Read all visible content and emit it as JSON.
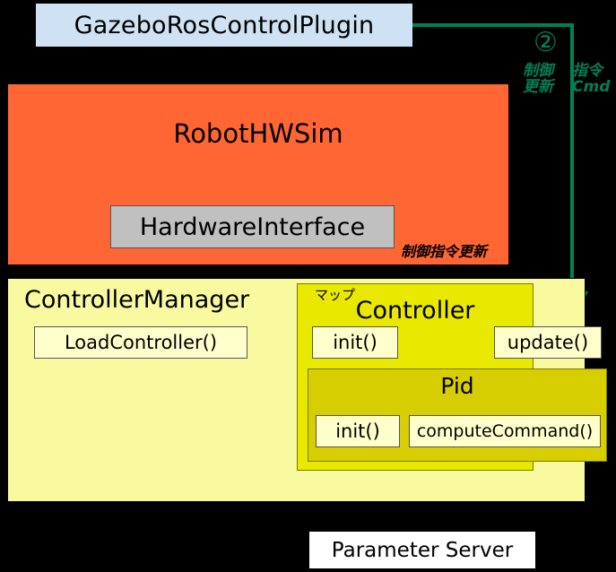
{
  "diagram": {
    "title": "ros_control / gazebo_ros_control flow",
    "colors": {
      "background": "#000000",
      "plugin": "#cfe2f3",
      "robot_hw_sim": "#ff6633",
      "hardware_interface": "#c0c0c0",
      "controller_manager": "#f9f9a0",
      "controller": "#e8e800",
      "pid": "#d6ce00",
      "method_box": "#ffffcc",
      "parameter_server": "#ffffff",
      "accent_green": "#008055",
      "text": "#000000"
    }
  },
  "nodes": {
    "plugin": {
      "label": "GazeboRosControlPlugin"
    },
    "robot_hw_sim": {
      "label": "RobotHWSim"
    },
    "hardware_interface": {
      "label": "HardwareInterface"
    },
    "controller_manager": {
      "label": "ControllerManager"
    },
    "load_controller": {
      "label": "LoadController()"
    },
    "controller": {
      "label": "Controller",
      "map_label": "マップ"
    },
    "controller_init": {
      "label": "init()"
    },
    "controller_update": {
      "label": "update()"
    },
    "pid": {
      "label": "Pid"
    },
    "pid_init": {
      "label": "init()"
    },
    "pid_compute_command": {
      "label": "computeCommand()"
    },
    "parameter_server": {
      "label": "Parameter Server"
    }
  },
  "annotations": {
    "step_two_marker": "②",
    "green_label_left": {
      "line1": "制御",
      "line2": "更新"
    },
    "green_label_right": {
      "line1": "指令",
      "line2": "Cmd"
    },
    "hw_update_label": "制御指令更新"
  },
  "edges": [
    {
      "name": "plugin-to-update",
      "from": "plugin",
      "to": "controller_update",
      "style": "solid",
      "color": "#008055"
    },
    {
      "name": "update-to-hardware-interface",
      "from": "controller_update",
      "to": "hardware_interface",
      "style": "solid",
      "color": "#000000"
    },
    {
      "name": "controller-init-to-hardware-interface",
      "from": "controller_init",
      "to": "hardware_interface",
      "style": "solid",
      "color": "#000000"
    },
    {
      "name": "loadcontroller-to-controller-init",
      "from": "load_controller",
      "to": "controller_init",
      "style": "solid",
      "color": "#000000"
    },
    {
      "name": "controller-init-to-pid-init",
      "from": "controller_init",
      "to": "pid_init",
      "style": "solid",
      "color": "#000000"
    },
    {
      "name": "update-to-compute-command",
      "from": "controller_update",
      "to": "pid_compute_command",
      "style": "solid",
      "color": "#000000"
    },
    {
      "name": "pid-init-to-parameter-server",
      "from": "pid_init",
      "to": "parameter_server",
      "style": "dashed",
      "color": "#000000"
    }
  ]
}
